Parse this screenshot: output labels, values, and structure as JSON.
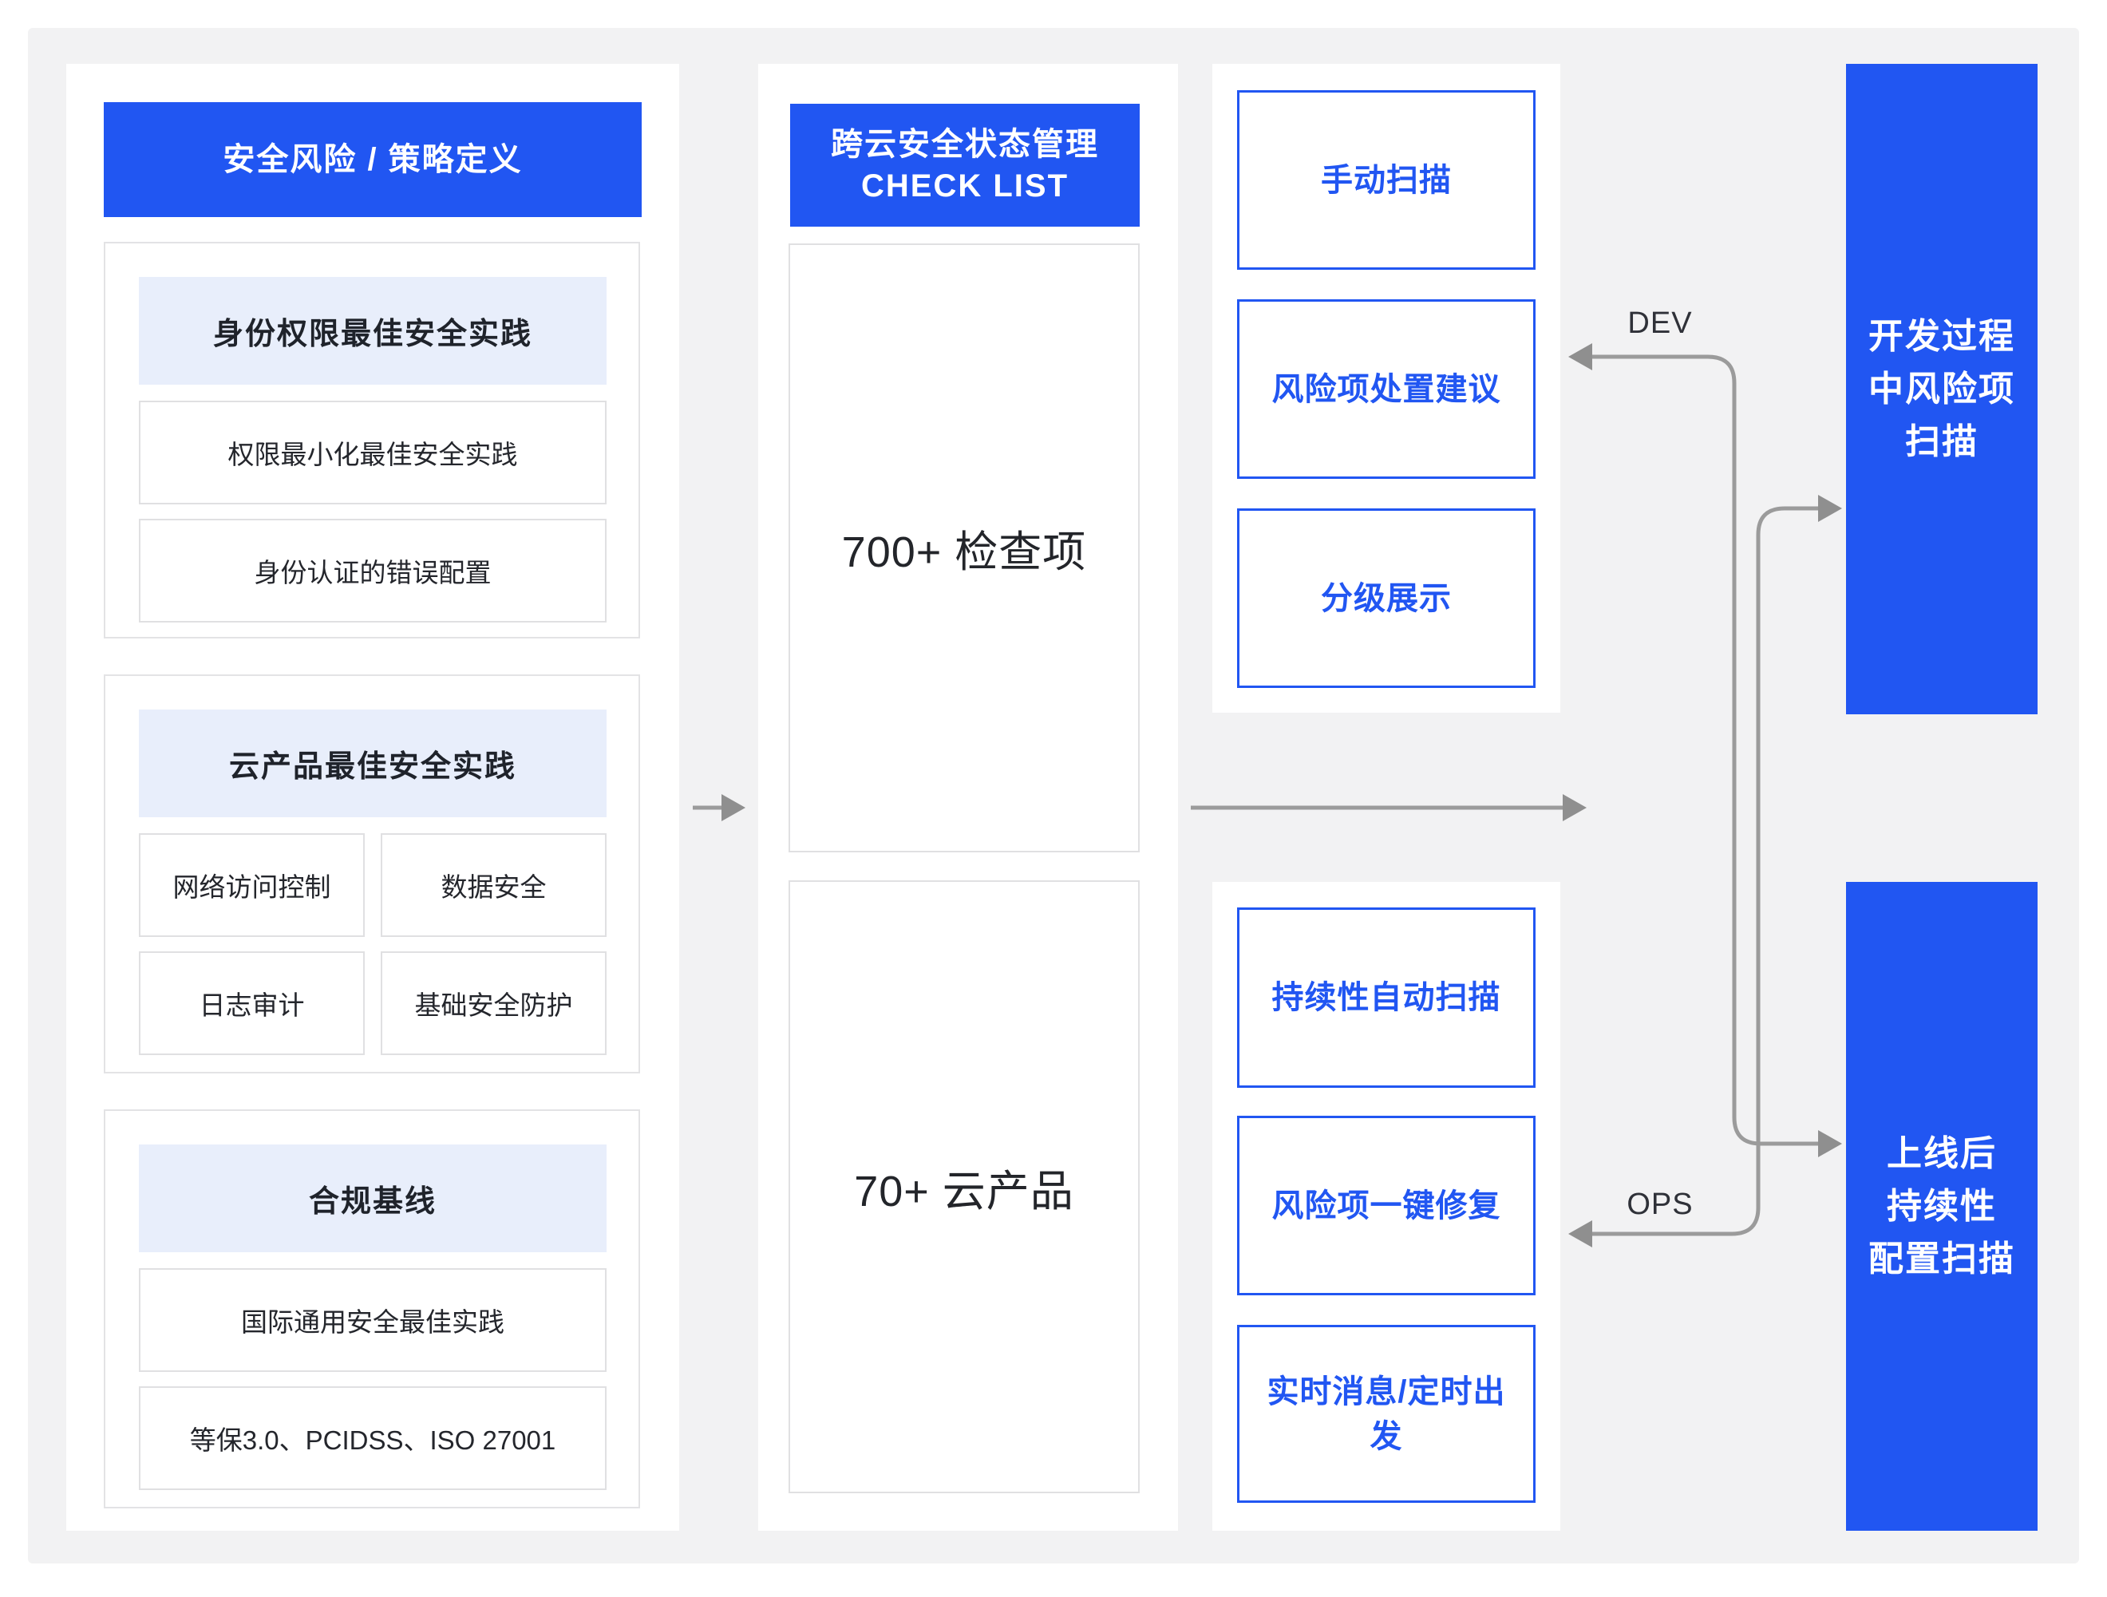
{
  "palette": {
    "accent_blue": "#2156f2",
    "section_header_bg": "#e8eefb",
    "canvas_bg": "#f2f2f3",
    "panel_bg": "#ffffff",
    "card_border": "#e3e3e5",
    "arrow_gray": "#9b9b9b",
    "dark_text": "#24262c"
  },
  "left_panel": {
    "header": "安全风险 / 策略定义",
    "sections": [
      {
        "title": "身份权限最佳安全实践",
        "items": [
          "权限最小化最佳安全实践",
          "身份认证的错误配置"
        ]
      },
      {
        "title": "云产品最佳安全实践",
        "items": [
          "网络访问控制",
          "数据安全",
          "日志审计",
          "基础安全防护"
        ]
      },
      {
        "title": "合规基线",
        "items": [
          "国际通用安全最佳实践",
          "等保3.0、PCIDSS、ISO 27001"
        ]
      }
    ]
  },
  "middle_panel": {
    "header_line1": "跨云安全状态管理",
    "header_line2": "CHECK LIST",
    "boxes": [
      "700+ 检查项",
      "70+ 云产品"
    ]
  },
  "capability_panels": {
    "top": [
      "手动扫描",
      "风险项处置建议",
      "分级展示"
    ],
    "bottom": [
      "持续性自动扫描",
      "风险项一键修复",
      "实时消息/定时出发"
    ]
  },
  "right_panels": [
    {
      "lines": [
        "开发过程",
        "中风险项",
        "扫描"
      ]
    },
    {
      "lines": [
        "上线后",
        "持续性",
        "配置扫描"
      ]
    }
  ],
  "flow_labels": {
    "dev": "DEV",
    "ops": "OPS"
  }
}
